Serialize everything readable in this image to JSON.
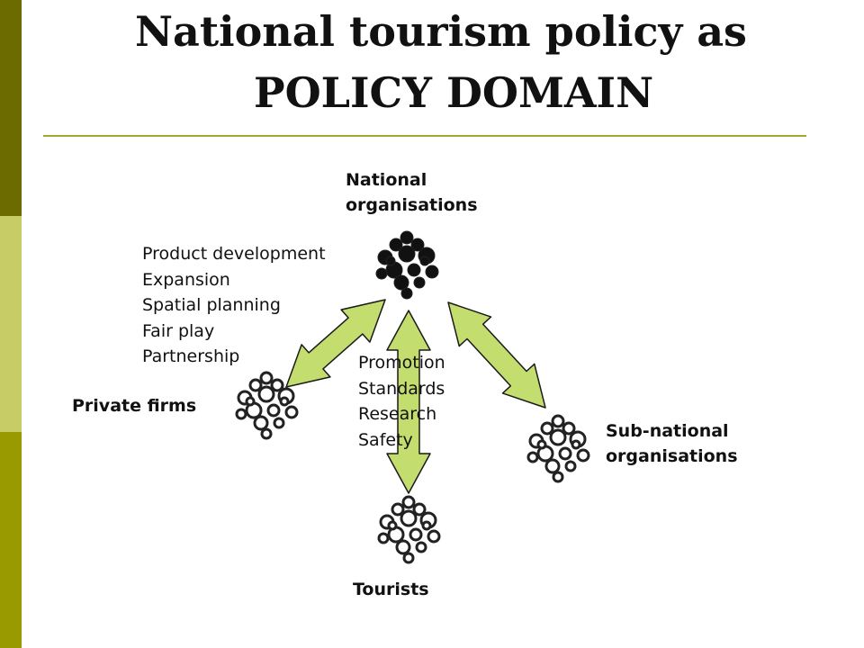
{
  "title": {
    "line1": "National tourism policy as",
    "line2": "POLICY DOMAIN"
  },
  "nodes": {
    "national": {
      "line1": "National",
      "line2": "organisations"
    },
    "private": "Private firms",
    "sub_national": {
      "line1": "Sub-national",
      "line2": "organisations"
    },
    "tourists": "Tourists"
  },
  "relations": {
    "national_private": [
      "Product development",
      "Expansion",
      "Spatial planning",
      "Fair play",
      "Partnership"
    ],
    "national_tourists": [
      "Promotion",
      "Standards",
      "Research",
      "Safety"
    ]
  },
  "icons": {
    "cluster_filled": "filled-circle-cluster-icon",
    "cluster_outline": "outline-circle-cluster-icon",
    "double_arrow": "double-headed-arrow-icon"
  },
  "colors": {
    "sidebar_dark": "#6b6b00",
    "sidebar_light": "#c8cc66",
    "sidebar_mid": "#999900",
    "rule": "#a8a830",
    "arrow_fill": "#c3dd6e",
    "arrow_stroke": "#1a1a1a"
  }
}
